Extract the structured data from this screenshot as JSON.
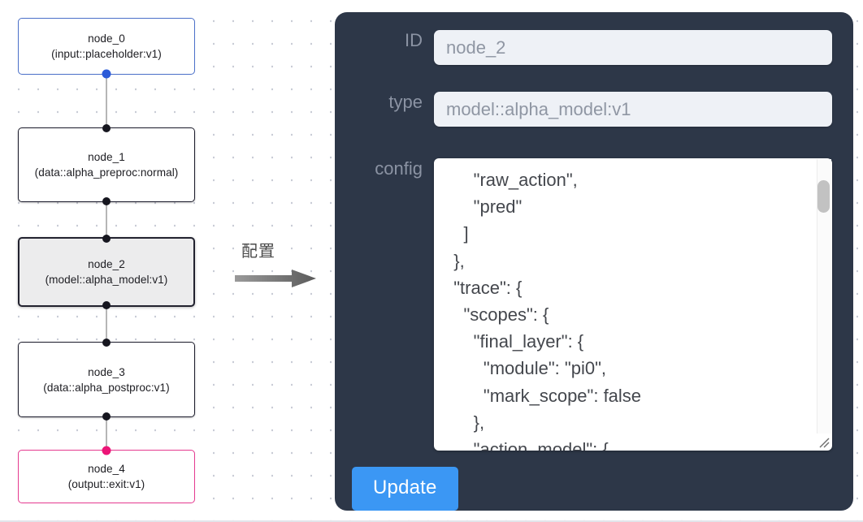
{
  "graph": {
    "edge_color": "#b6b6b6",
    "nodes": [
      {
        "id": "node_0",
        "title": "node_0",
        "subtitle": "(input::placeholder:v1)",
        "kind": "input",
        "accent": "#4a6fc8",
        "selected": false
      },
      {
        "id": "node_1",
        "title": "node_1",
        "subtitle": "(data::alpha_preproc:normal)",
        "kind": "plain",
        "accent": "#1b1b2b",
        "selected": false
      },
      {
        "id": "node_2",
        "title": "node_2",
        "subtitle": "(model::alpha_model:v1)",
        "kind": "plain",
        "accent": "#22222f",
        "selected": true
      },
      {
        "id": "node_3",
        "title": "node_3",
        "subtitle": "(data::alpha_postproc:v1)",
        "kind": "plain",
        "accent": "#1b1b2b",
        "selected": false
      },
      {
        "id": "node_4",
        "title": "node_4",
        "subtitle": "(output::exit:v1)",
        "kind": "output",
        "accent": "#e5398f",
        "selected": false
      }
    ]
  },
  "arrow": {
    "caption": "配置",
    "color": "#6e6e6e"
  },
  "config_panel": {
    "background": "#2d3748",
    "fields": {
      "id": {
        "label": "ID",
        "value": "node_2",
        "placeholder": "node_2"
      },
      "type": {
        "label": "type",
        "value": "model::alpha_model:v1",
        "placeholder": "model::alpha_model:v1"
      },
      "config": {
        "label": "config",
        "value": "      \"raw_action\",\n      \"pred\"\n    ]\n  },\n  \"trace\": {\n    \"scopes\": {\n      \"final_layer\": {\n        \"module\": \"pi0\",\n        \"mark_scope\": false\n      },\n      \"action_model\": {",
        "scroll_position": "middle"
      }
    },
    "update_button": {
      "label": "Update",
      "color": "#3b97f4"
    }
  }
}
